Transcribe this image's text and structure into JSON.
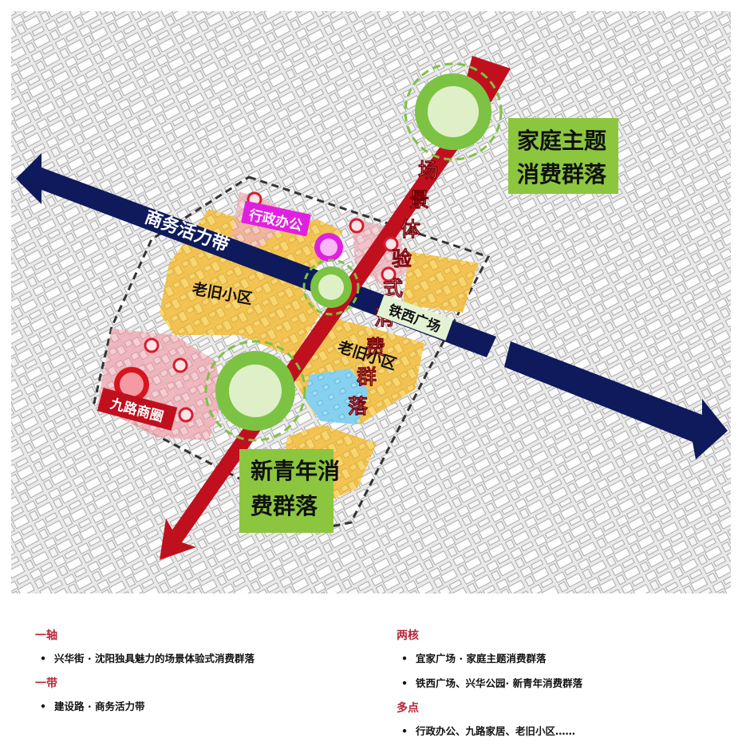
{
  "map": {
    "labels": {
      "business_band": "商务活力带",
      "axis_text": "场景体验式消费群落",
      "admin_office": "行政办公",
      "old_community_west": "老旧小区",
      "old_community_east": "老旧小区",
      "tiexi_square": "铁西广场",
      "jiulu_commercial": "九路商圈",
      "family_cluster": "家庭主题消费群落",
      "youth_cluster": "新青年消费群落"
    },
    "colors": {
      "axis_red": "#c0101e",
      "band_navy": "#0e1a5c",
      "core_green": "#7cc243",
      "label_green": "#8cc63f",
      "old_yellow": "#f6c84c",
      "admin_magenta": "#e020e0",
      "park_blue": "#7fcdf0",
      "pink_zone": "#f2b8bf"
    }
  },
  "legend": {
    "left": [
      {
        "heading": "一轴",
        "items": [
          "兴华街 · 沈阳独具魅力的场景体验式消费群落"
        ]
      },
      {
        "heading": "一带",
        "items": [
          "建设路 · 商务活力带"
        ]
      }
    ],
    "right": [
      {
        "heading": "两核",
        "items": [
          "宜家广场 · 家庭主题消费群落",
          "铁西广场、兴华公园· 新青年消费群落"
        ]
      },
      {
        "heading": "多点",
        "items": [
          "行政办公、九路家居、老旧小区……"
        ]
      }
    ],
    "bullet": "•"
  }
}
